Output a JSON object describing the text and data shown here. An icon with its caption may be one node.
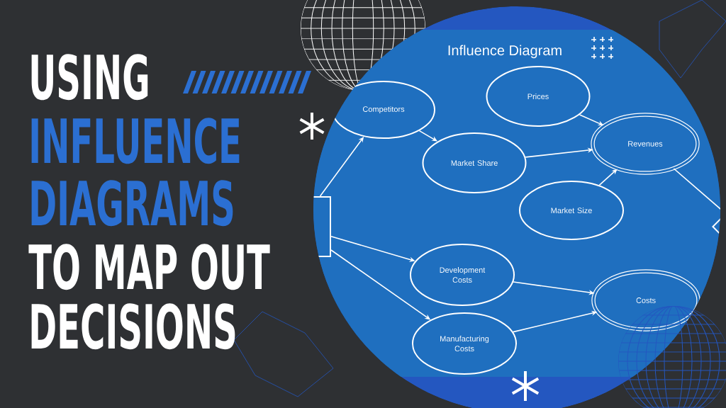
{
  "diagram": {
    "nodes": [
      {
        "text": [
          "Competitors"
        ]
      },
      {
        "text": [
          "Prices"
        ]
      },
      {
        "text": [
          "Market Share"
        ]
      },
      {
        "text": [
          "Revenues"
        ]
      },
      {
        "text": [
          "Market Size"
        ]
      },
      {
        "text": [
          "Development Costs"
        ]
      },
      {
        "text": [
          "Manufacturing Costs"
        ]
      },
      {
        "text": [
          "Costs"
        ]
      },
      {
        "text": [],
        "shape": "box"
      },
      {
        "text": [],
        "shape": "diamond"
      }
    ],
    "edges": [
      {
        "from": 8,
        "to": 0,
        "arrow": "to"
      },
      {
        "from": 0,
        "to": 2,
        "arrow": "to"
      },
      {
        "from": 1,
        "to": 3,
        "arrow": "to"
      },
      {
        "from": 2,
        "to": 3,
        "arrow": "to"
      },
      {
        "from": 4,
        "to": 3,
        "arrow": "to"
      },
      {
        "from": 3,
        "to": 9,
        "arrow": "none"
      },
      {
        "from": 8,
        "to": 5,
        "arrow": "to"
      },
      {
        "from": 8,
        "to": 6,
        "arrow": "to"
      },
      {
        "from": 5,
        "to": 7,
        "arrow": "to"
      },
      {
        "from": 6,
        "to": 7,
        "arrow": "to"
      }
    ],
    "labels": [
      "USING",
      "INFLUENCE",
      "DIAGRAMS",
      "TO MAP OUT",
      "DECISIONS",
      "Influence Diagram"
    ]
  }
}
